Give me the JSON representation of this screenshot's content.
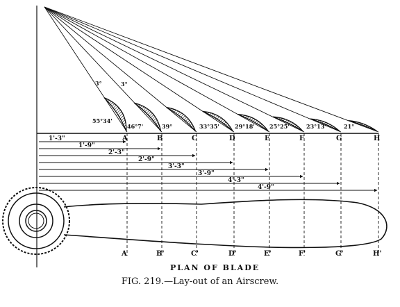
{
  "sections": [
    {
      "label": "A",
      "plan_label": "A",
      "angle": "55°34'",
      "radius": "1'-3\""
    },
    {
      "label": "B",
      "plan_label": "B'",
      "angle": "46°7'",
      "radius": "1'-9\""
    },
    {
      "label": "C",
      "plan_label": "C'",
      "angle": "39°",
      "radius": "2'-3\""
    },
    {
      "label": "D",
      "plan_label": "D'",
      "angle": "33°35'",
      "radius": "2'-9\""
    },
    {
      "label": "E",
      "plan_label": "E'",
      "angle": "29°18'",
      "radius": "3'-3\""
    },
    {
      "label": "F",
      "plan_label": "F'",
      "angle": "25°25'",
      "radius": "3'-9\""
    },
    {
      "label": "G",
      "plan_label": "G'",
      "angle": "23°13'",
      "radius": "4'-3\""
    },
    {
      "label": "H",
      "plan_label": "H'",
      "angle": "21°",
      "radius": "4'-9\""
    }
  ],
  "small_angles": [
    "3°",
    "3°"
  ],
  "plan_title": "PLAN OF BLADE",
  "caption": "FIG. 219.—Lay-out of an Airscrew."
}
